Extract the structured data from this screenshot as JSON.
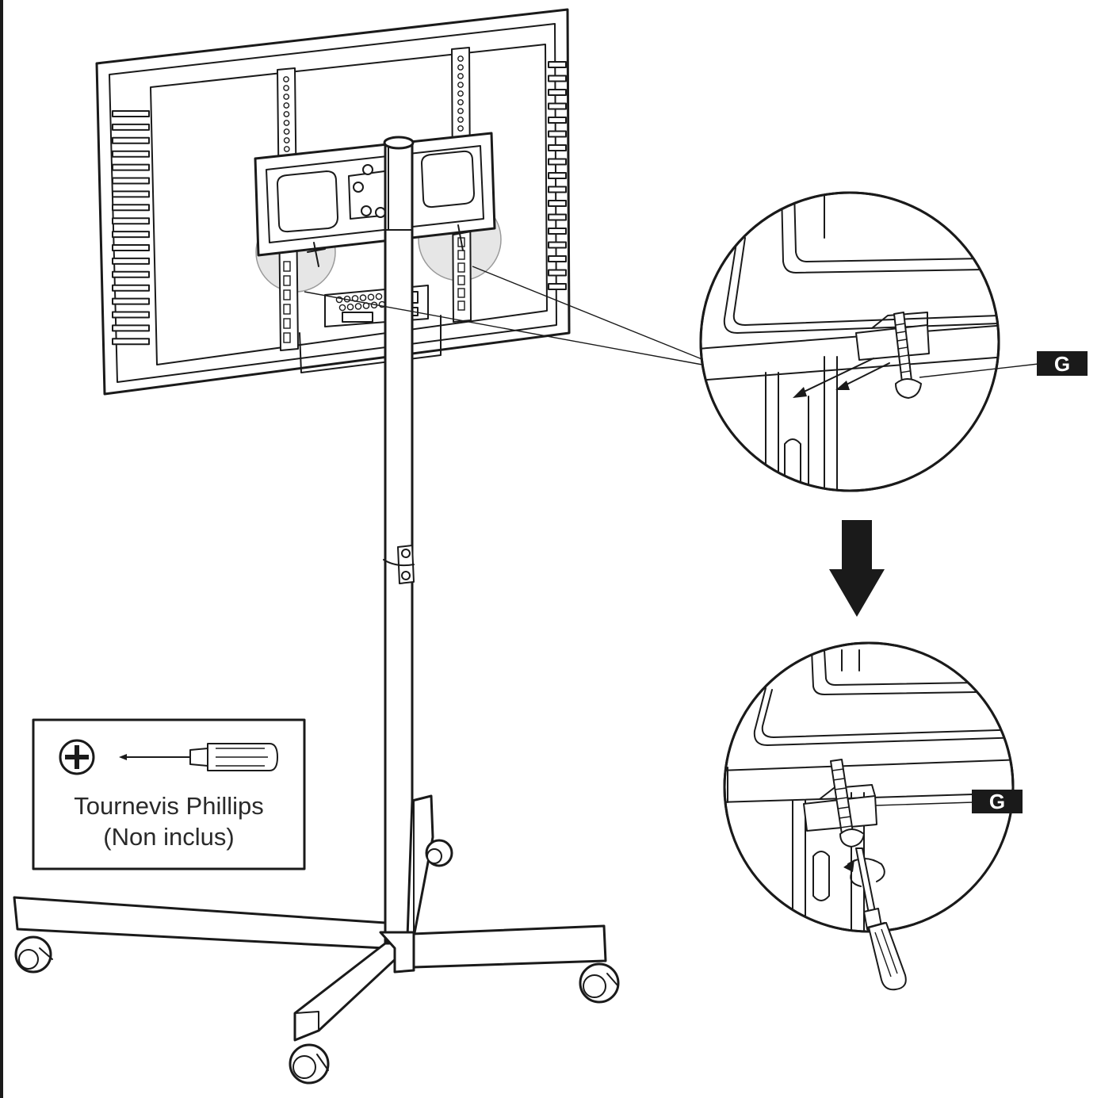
{
  "tool_box": {
    "tool_icon": "phillips-cross-icon",
    "line1": "Tournevis Phillips",
    "line2": "(Non inclus)"
  },
  "callouts": {
    "upper_tag": "G",
    "lower_tag": "G"
  },
  "colors": {
    "line": "#1a1a1a",
    "tag_background": "#1a1a1a",
    "tag_text": "#ffffff",
    "highlight_circle": "#e6e6e6"
  }
}
